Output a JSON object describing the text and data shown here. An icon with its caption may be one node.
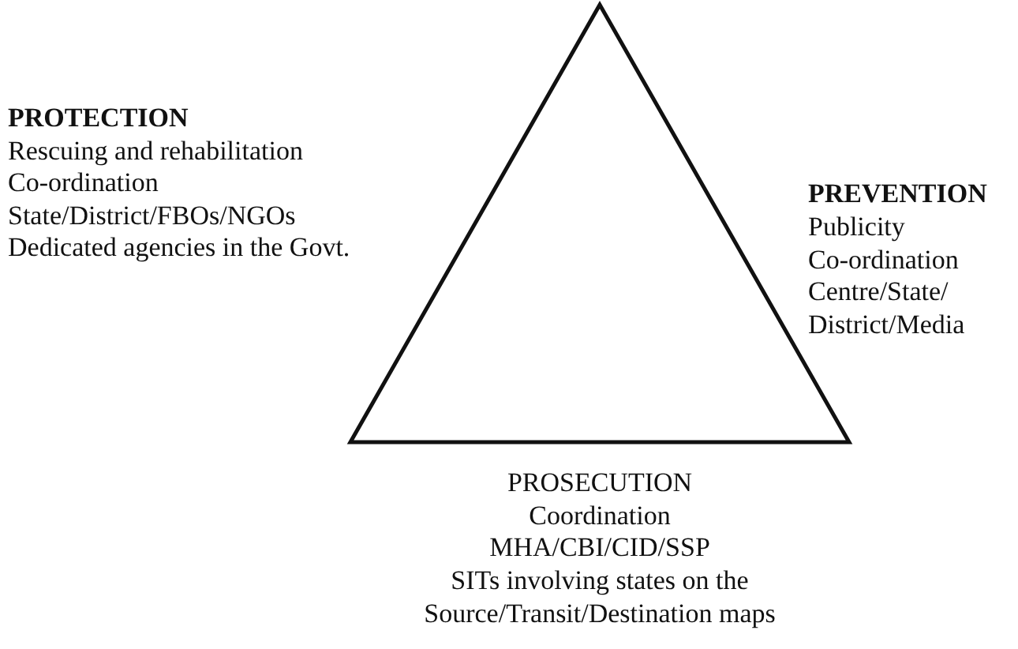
{
  "diagram": {
    "labels": [
      "PROTECTION",
      "Rescuing and rehabilitation",
      "Co-ordination",
      "State/District/FBOs/NGOs",
      "Dedicated agencies in the Govt.",
      "PREVENTION",
      "Publicity",
      "Co-ordination",
      "Centre/State/ District/Media",
      "PROSECUTION",
      "Coordination",
      "MHA/CBI/CID/SSP",
      "SITs involving states on the Source/Transit/Destination maps"
    ]
  }
}
